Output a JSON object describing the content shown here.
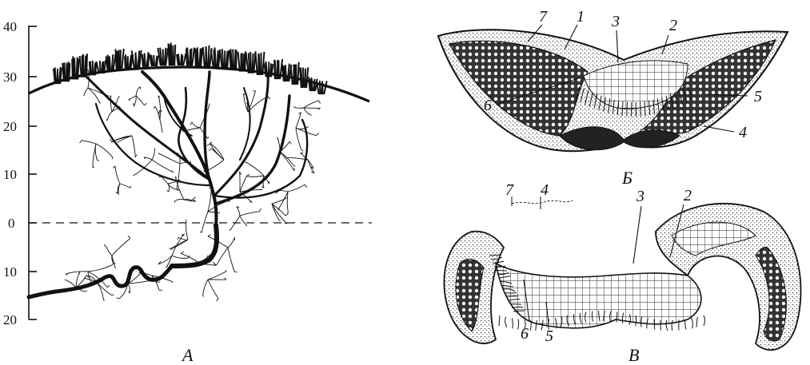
{
  "figure": {
    "panels": [
      {
        "id": "A",
        "label": "А"
      },
      {
        "id": "B",
        "label": "Б"
      },
      {
        "id": "V",
        "label": "В"
      }
    ],
    "scale": {
      "ticks": [
        "40",
        "30",
        "20",
        "10",
        "0",
        "10",
        "20"
      ]
    },
    "callouts_b": [
      "7",
      "1",
      "3",
      "2",
      "6",
      "5",
      "4"
    ],
    "callouts_v": [
      "7",
      "4",
      "3",
      "2",
      "6",
      "5"
    ]
  },
  "colors": {
    "ink": "#111111",
    "paper": "#ffffff"
  }
}
